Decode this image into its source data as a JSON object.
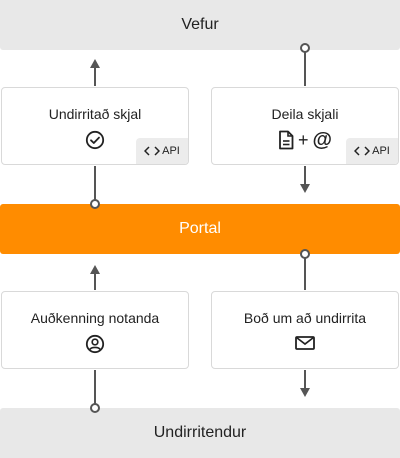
{
  "top_band": {
    "label": "Vefur"
  },
  "portal_band": {
    "label": "Portal"
  },
  "bottom_band": {
    "label": "Undirritendur"
  },
  "cards": {
    "sign_document": {
      "title": "Undirritað skjal",
      "icon": "check-circle-icon",
      "api_label": "API",
      "api_icon": "code-brackets-icon"
    },
    "share_document": {
      "title": "Deila skjali",
      "icon": "document-icon",
      "plus": "+",
      "at": "@",
      "api_label": "API",
      "api_icon": "code-brackets-icon"
    },
    "authenticate_user": {
      "title": "Auðkenning notanda",
      "icon": "user-circle-icon"
    },
    "invite_to_sign": {
      "title": "Boð um að undirrita",
      "icon": "envelope-icon"
    }
  },
  "colors": {
    "portal": "#ff8c00",
    "band": "#e8e8e8",
    "connector": "#555555"
  }
}
